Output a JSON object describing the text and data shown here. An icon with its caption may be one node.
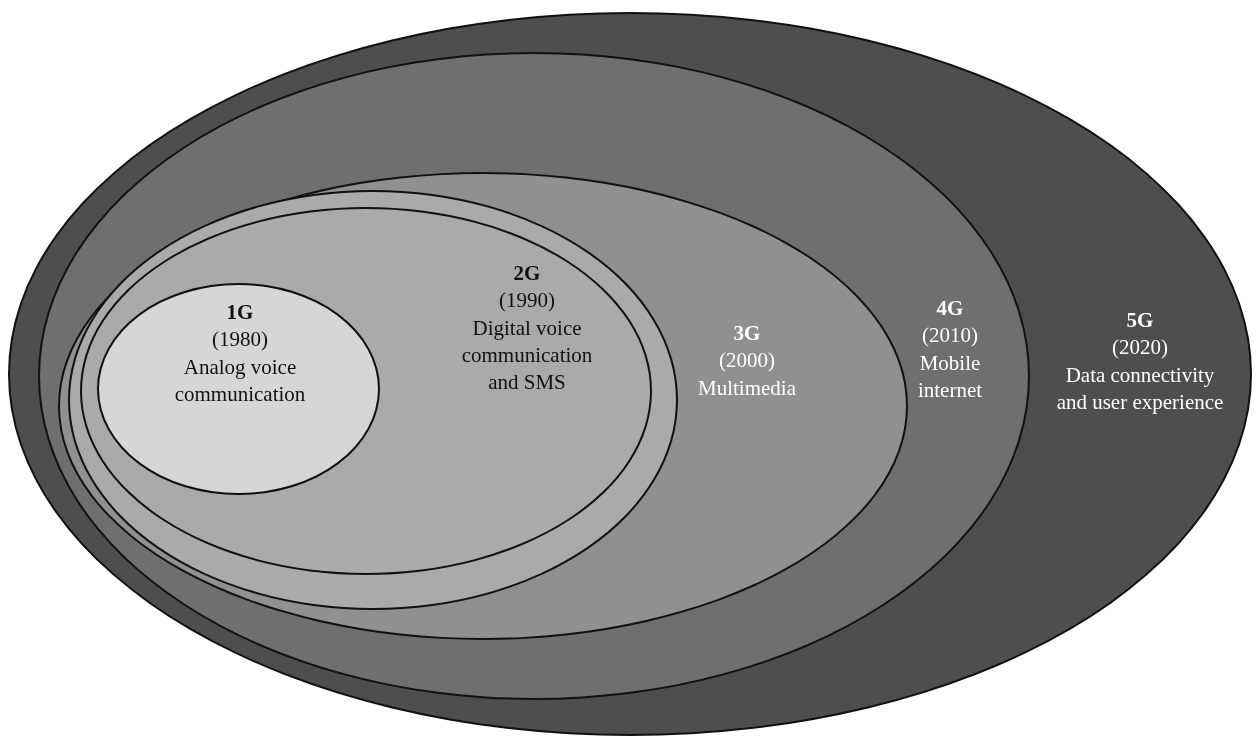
{
  "diagram": {
    "nodes": [
      {
        "text": [
          "5G",
          "(2020)",
          "Data connectivity and user experience"
        ]
      },
      {
        "text": [
          "4G",
          "(2010)",
          "Mobile internet"
        ],
        "in": 0
      },
      {
        "text": [
          "3G",
          "(2000)",
          "Multimedia"
        ],
        "in": 1
      },
      {
        "text": [],
        "shape": "ellipse",
        "in": 2
      },
      {
        "text": [
          "2G",
          "(1990)",
          "Digital voice communication and SMS"
        ],
        "in": 3
      },
      {
        "text": [
          "1G",
          "(1980)",
          "Analog voice communication"
        ],
        "in": 4
      }
    ],
    "edges": []
  }
}
